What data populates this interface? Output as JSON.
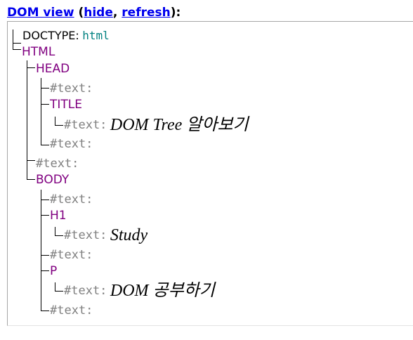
{
  "header": {
    "title": "DOM view",
    "open_paren": " (",
    "hide": "hide",
    "comma": ", ",
    "refresh": "refresh",
    "close": "):"
  },
  "tree": {
    "doctype_label": "DOCTYPE:",
    "doctype_value": "html",
    "html": "HTML",
    "head": "HEAD",
    "title_tag": "TITLE",
    "body": "BODY",
    "h1": "H1",
    "p": "P",
    "text_label": "#text:",
    "title_text": "DOM Tree 알아보기",
    "h1_text": "Study",
    "p_text": "DOM 공부하기"
  }
}
